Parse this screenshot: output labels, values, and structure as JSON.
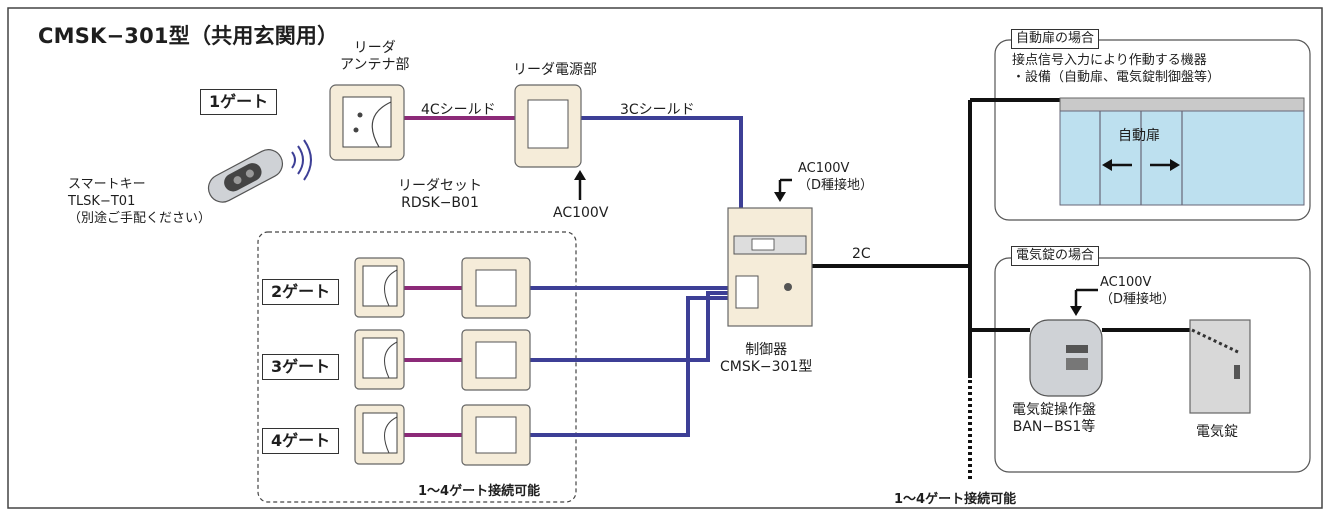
{
  "title": "CMSK−301型（共用玄関用）",
  "gates": {
    "g1": "1ゲート",
    "g2": "2ゲート",
    "g3": "3ゲート",
    "g4": "4ゲート"
  },
  "reader": {
    "antenna_label": "リーダ\nアンテナ部",
    "power_label": "リーダ電源部",
    "set_label": "リーダセット\nRDSK−B01",
    "cable_4c": "4Cシールド",
    "cable_3c": "3Cシールド",
    "ac_supply": "AC100V"
  },
  "smart_key": {
    "label": "スマートキー\nTLSK−T01\n（別途ご手配ください）"
  },
  "controller": {
    "ac_label": "AC100V\n（D種接地）",
    "label": "制御器\nCMSK−301型",
    "cable_2c": "2C"
  },
  "left_note": "1〜4ゲート接続可能",
  "bottom_note": "1〜4ゲート接続可能",
  "auto_door_box": {
    "heading": "自動扉の場合",
    "desc": "接点信号入力により作動する機器\n・設備（自動扉、電気錠制御盤等）",
    "door_label": "自動扉"
  },
  "lock_box": {
    "heading": "電気錠の場合",
    "ac_label": "AC100V\n（D種接地）",
    "panel_label": "電気錠操作盤\nBAN−BS1等",
    "lock_label": "電気錠"
  },
  "colors": {
    "cable_4c": "#8c2a78",
    "cable_3c": "#3d3f96",
    "panel_fill": "#f5ecd9",
    "door_fill": "#bde0ef"
  }
}
